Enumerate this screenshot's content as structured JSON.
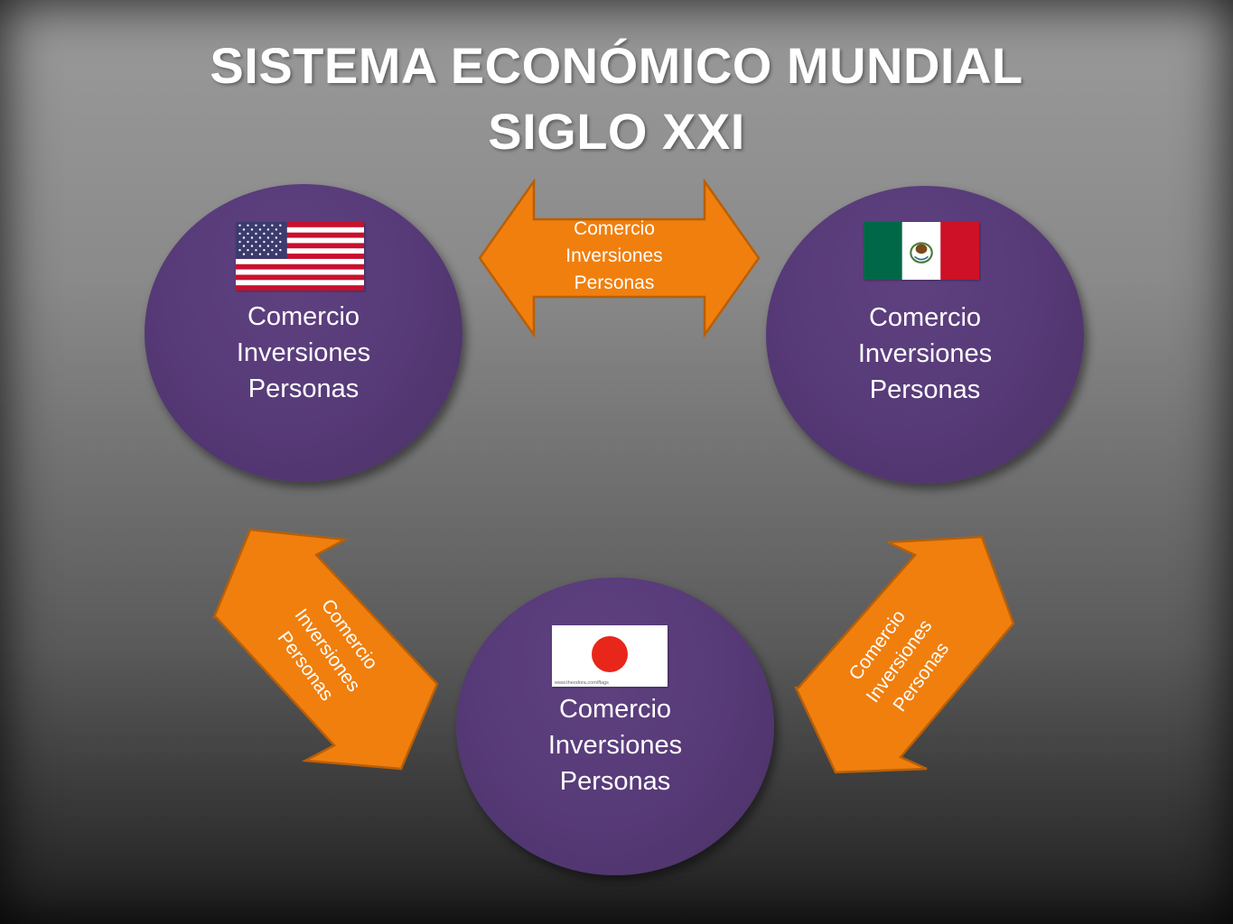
{
  "title": {
    "line1": "SISTEMA ECONÓMICO MUNDIAL",
    "line2": "SIGLO XXI"
  },
  "nodes": [
    {
      "id": "usa",
      "flag_icon": "usa-flag-icon",
      "lines": [
        "Comercio",
        "Inversiones",
        "Personas"
      ]
    },
    {
      "id": "mexico",
      "flag_icon": "mexico-flag-icon",
      "lines": [
        "Comercio",
        "Inversiones",
        "Personas"
      ]
    },
    {
      "id": "japan",
      "flag_icon": "japan-flag-icon",
      "flag_caption": "www.theodora.com/flags",
      "lines": [
        "Comercio",
        "Inversiones",
        "Personas"
      ]
    }
  ],
  "arrows": [
    {
      "id": "usa-mexico",
      "lines": [
        "Comercio",
        "Inversiones",
        "Personas"
      ]
    },
    {
      "id": "usa-japan",
      "lines": [
        "Comercio",
        "Inversiones",
        "Personas"
      ]
    },
    {
      "id": "japan-mexico",
      "lines": [
        "Comercio",
        "Inversiones",
        "Personas"
      ]
    }
  ],
  "colors": {
    "node_fill": "#573a78",
    "arrow_fill": "#f07f0e",
    "arrow_stroke": "#b85f08",
    "text": "#ffffff"
  }
}
